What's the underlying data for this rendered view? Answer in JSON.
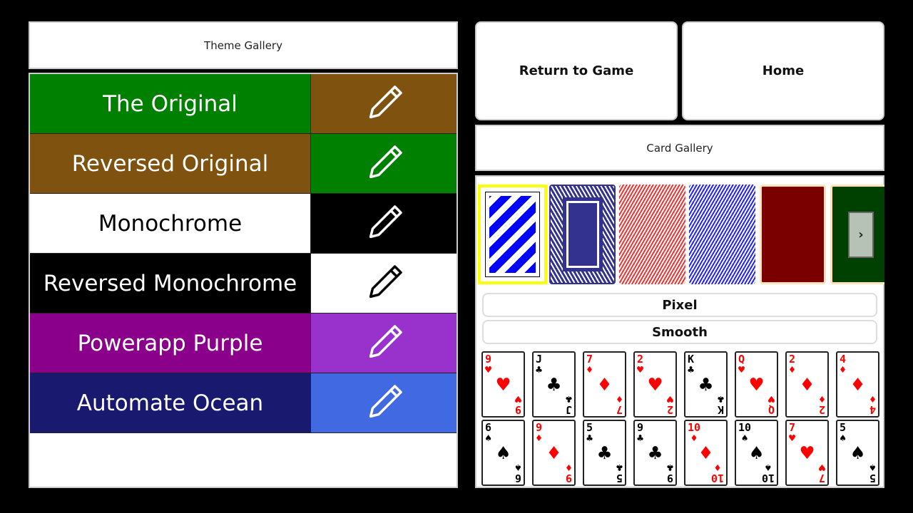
{
  "theme_gallery": {
    "title": "Theme Gallery",
    "themes": [
      {
        "name": "The Original",
        "bg": "#008000",
        "fg": "#ffffff",
        "edit_bg": "#7f5210",
        "icon_color": "#ffffff"
      },
      {
        "name": "Reversed Original",
        "bg": "#7f5210",
        "fg": "#ffffff",
        "edit_bg": "#008000",
        "icon_color": "#ffffff"
      },
      {
        "name": "Monochrome",
        "bg": "#ffffff",
        "fg": "#000000",
        "edit_bg": "#000000",
        "icon_color": "#ffffff"
      },
      {
        "name": "Reversed Monochrome",
        "bg": "#000000",
        "fg": "#ffffff",
        "edit_bg": "#ffffff",
        "icon_color": "#000000"
      },
      {
        "name": "Powerapp Purple",
        "bg": "#8b008b",
        "fg": "#ffffff",
        "edit_bg": "#9932cc",
        "icon_color": "#ffffff"
      },
      {
        "name": "Automate Ocean",
        "bg": "#191970",
        "fg": "#ffffff",
        "edit_bg": "#4169e1",
        "icon_color": "#ffffff"
      }
    ]
  },
  "nav": {
    "return_label": "Return to Game",
    "home_label": "Home"
  },
  "card_gallery": {
    "title": "Card Gallery",
    "selected_index": 0,
    "next_icon": "chevron-right-icon",
    "backs": [
      "blue-stripes",
      "blue-ornate",
      "red-diagonal",
      "blue-diagonal",
      "dark-red",
      "dark-green"
    ]
  },
  "render_options": {
    "pixel_label": "Pixel",
    "smooth_label": "Smooth"
  },
  "cards": [
    {
      "rank": "9",
      "suit": "♥",
      "color": "red"
    },
    {
      "rank": "J",
      "suit": "♣",
      "color": "blk"
    },
    {
      "rank": "7",
      "suit": "♦",
      "color": "red"
    },
    {
      "rank": "2",
      "suit": "♥",
      "color": "red"
    },
    {
      "rank": "K",
      "suit": "♣",
      "color": "blk"
    },
    {
      "rank": "Q",
      "suit": "♥",
      "color": "red"
    },
    {
      "rank": "2",
      "suit": "♦",
      "color": "red"
    },
    {
      "rank": "4",
      "suit": "♦",
      "color": "red"
    },
    {
      "rank": "6",
      "suit": "♠",
      "color": "blk"
    },
    {
      "rank": "9",
      "suit": "♦",
      "color": "red"
    },
    {
      "rank": "5",
      "suit": "♣",
      "color": "blk"
    },
    {
      "rank": "9",
      "suit": "♣",
      "color": "blk"
    },
    {
      "rank": "10",
      "suit": "♦",
      "color": "red"
    },
    {
      "rank": "10",
      "suit": "♠",
      "color": "blk"
    },
    {
      "rank": "7",
      "suit": "♥",
      "color": "red"
    },
    {
      "rank": "5",
      "suit": "♠",
      "color": "blk"
    }
  ]
}
